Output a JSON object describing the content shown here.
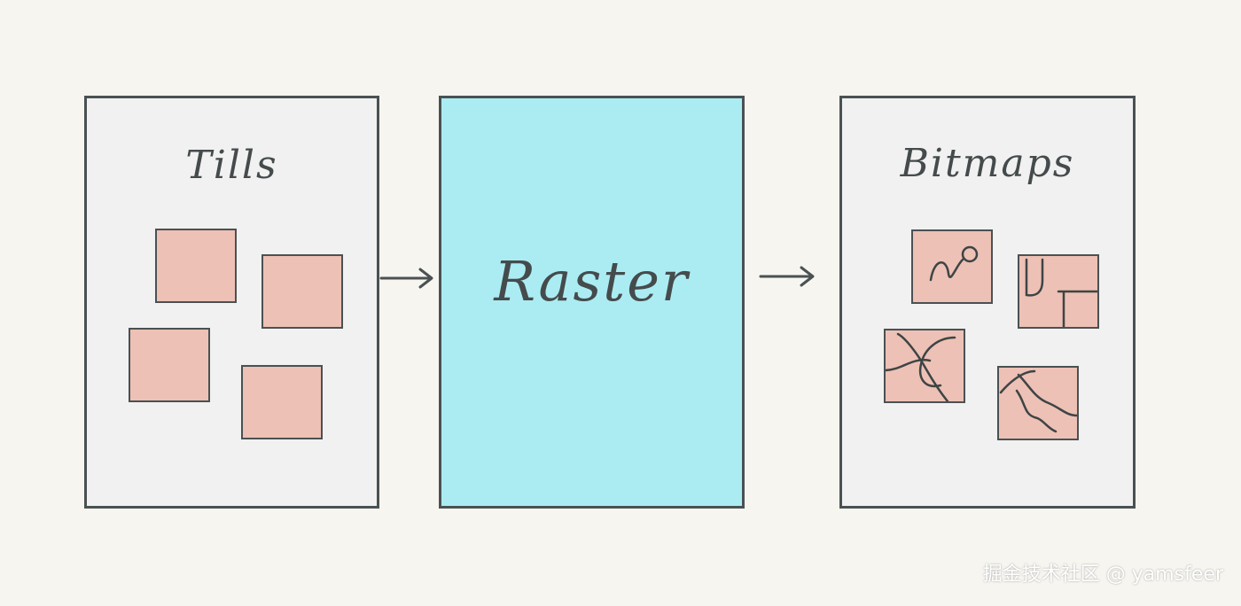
{
  "panels": {
    "tiles": {
      "title": "Tills"
    },
    "raster": {
      "title": "Raster"
    },
    "bitmaps": {
      "title": "Bitmaps"
    }
  },
  "watermark": "掘金技术社区 @ yamsfeer",
  "colors": {
    "background": "#f6f5f0",
    "panel_gray": "#f1f1f1",
    "panel_cyan": "#abecf3",
    "tile": "#edc1b5",
    "stroke": "#4a5152"
  }
}
